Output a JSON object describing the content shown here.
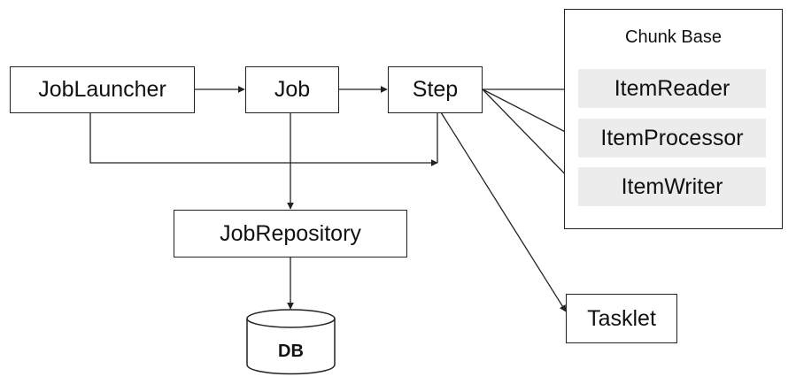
{
  "nodes": {
    "job_launcher": "JobLauncher",
    "job": "Job",
    "step": "Step",
    "job_repository": "JobRepository",
    "db": "DB",
    "tasklet": "Tasklet"
  },
  "chunk": {
    "title": "Chunk Base",
    "items": [
      "ItemReader",
      "ItemProcessor",
      "ItemWriter"
    ]
  },
  "colors": {
    "line": "#222222",
    "box_border": "#222222",
    "chunk_item_fill": "#ececec"
  }
}
